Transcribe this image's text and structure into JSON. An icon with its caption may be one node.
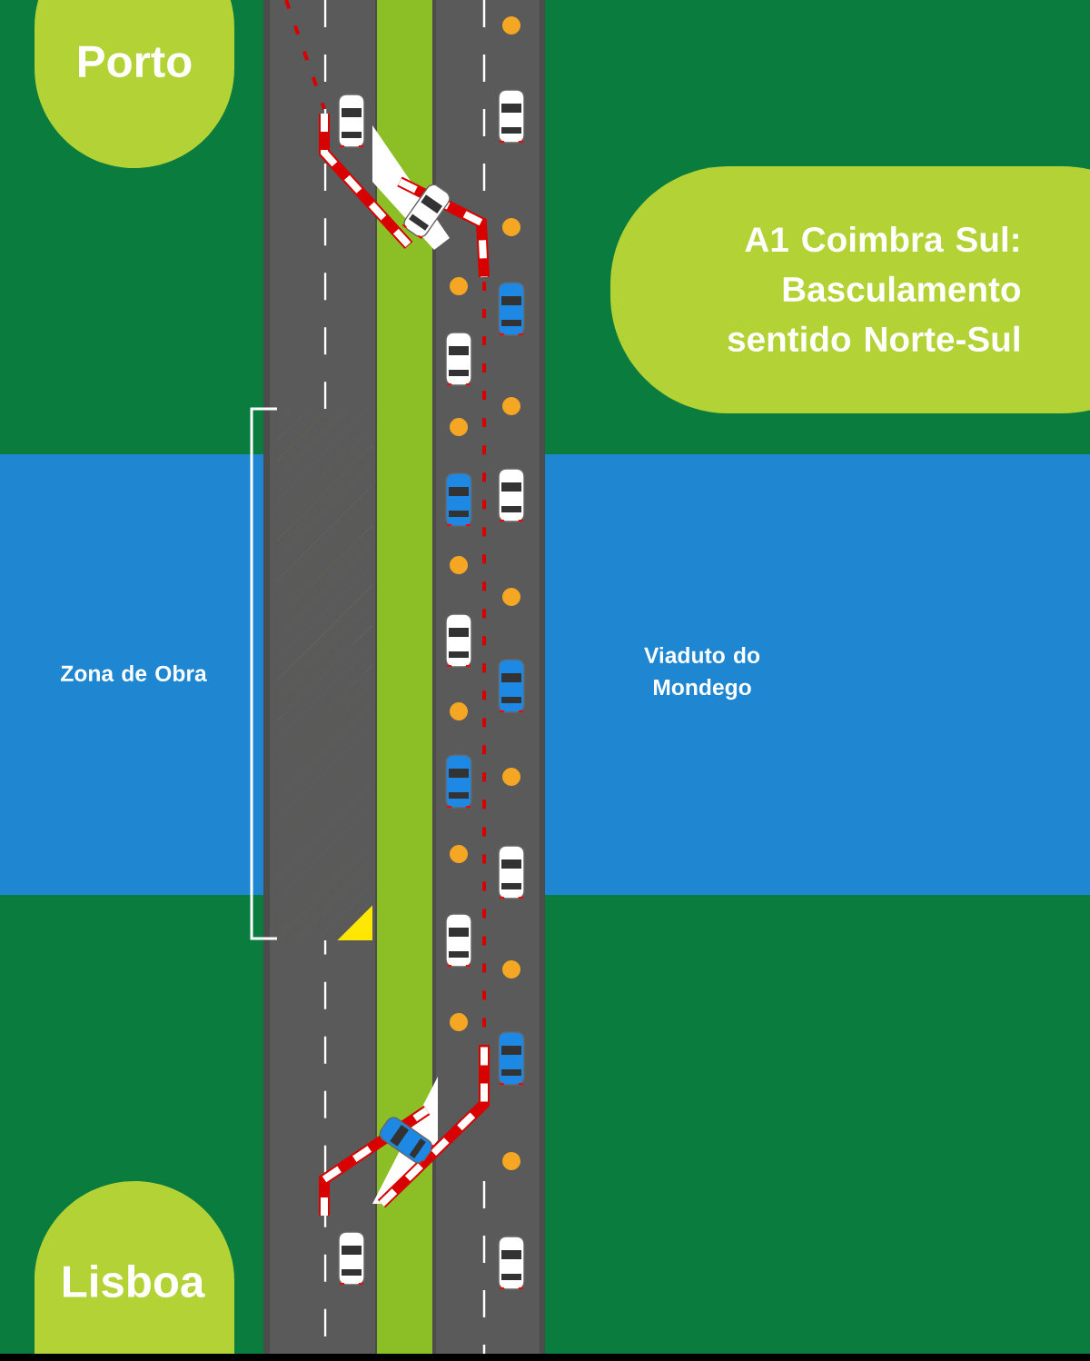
{
  "diagram": {
    "title": "A1 Coimbra Sul: Basculamento sentido Norte-Sul",
    "nodes": [
      {
        "text": [
          "Porto"
        ]
      },
      {
        "text": [
          "Lisboa"
        ]
      }
    ],
    "labels": [
      "Zona de Obra",
      "Viaduto do Mondego"
    ]
  }
}
